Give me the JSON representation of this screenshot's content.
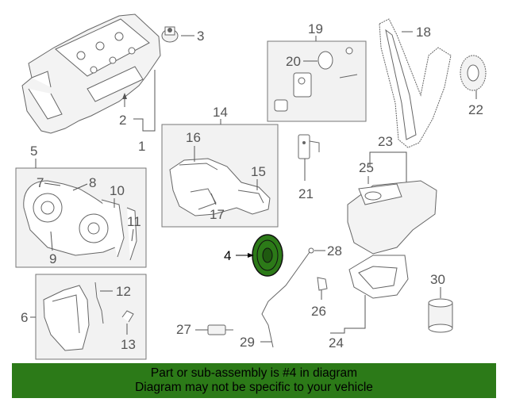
{
  "callouts": {
    "c1": "1",
    "c2": "2",
    "c3": "3",
    "c4": "4",
    "c5": "5",
    "c6": "6",
    "c7": "7",
    "c8": "8",
    "c9": "9",
    "c10": "10",
    "c11": "11",
    "c12": "12",
    "c13": "13",
    "c14": "14",
    "c15": "15",
    "c16": "16",
    "c17": "17",
    "c18": "18",
    "c19": "19",
    "c20": "20",
    "c21": "21",
    "c22": "22",
    "c23": "23",
    "c24": "24",
    "c25": "25",
    "c26": "26",
    "c27": "27",
    "c28": "28",
    "c29": "29",
    "c30": "30"
  },
  "highlight": {
    "part_number": "4",
    "color": "#2c7a18"
  },
  "banner": {
    "line1": "Part or sub-assembly is #4 in diagram",
    "line2": "Diagram may not be specific to your vehicle",
    "background": "#2c7a18"
  }
}
